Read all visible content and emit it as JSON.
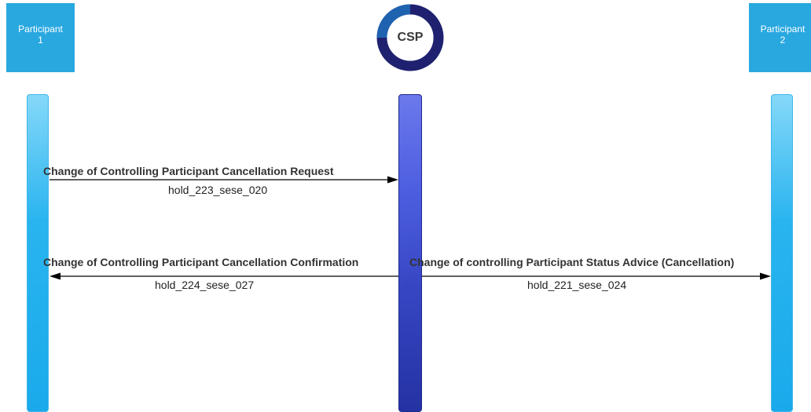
{
  "participants": {
    "p1": {
      "line1": "Participant",
      "line2": "1"
    },
    "p2": {
      "line1": "Participant",
      "line2": "2"
    },
    "csp": {
      "label": "CSP"
    }
  },
  "messages": [
    {
      "title": "Change of Controlling Participant Cancellation Request",
      "code": "hold_223_sese_020"
    },
    {
      "title": "Change of Controlling Participant Cancellation Confirmation",
      "code": "hold_224_sese_027"
    },
    {
      "title": "Change of controlling Participant Status Advice (Cancellation)",
      "code": "hold_221_sese_024"
    }
  ],
  "colors": {
    "participant_box": "#29a8e0",
    "csp_ring_dark": "#1f2170",
    "csp_ring_light": "#1f63b0",
    "arrow": "#000000"
  }
}
